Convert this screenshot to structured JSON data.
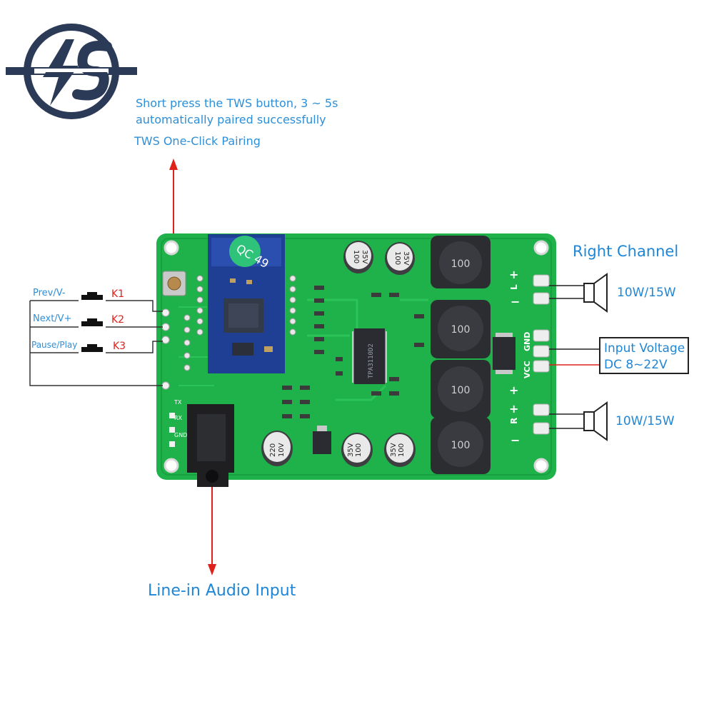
{
  "tws_note": {
    "line1": "Short press the TWS button, 3 ~ 5s",
    "line2": "automatically paired successfully",
    "line3": "TWS One-Click Pairing"
  },
  "buttons": [
    {
      "name": "Prev/V-",
      "key": "K1"
    },
    {
      "name": "Next/V+",
      "key": "K2"
    },
    {
      "name": "Pause/Play",
      "key": "K3"
    }
  ],
  "right_channel": "Right Channel",
  "speaker_power": [
    "10W/15W",
    "10W/15W"
  ],
  "input_voltage": {
    "line1": "Input Voltage",
    "line2": "DC 8~22V"
  },
  "line_in": "Line-in Audio Input",
  "board": {
    "chip": "TPA3110D2",
    "caps_top": [
      {
        "value": "100",
        "volt": "35V"
      },
      {
        "value": "100",
        "volt": "35V"
      }
    ],
    "caps_bottom": [
      {
        "value": "100",
        "volt": "35V"
      },
      {
        "value": "100",
        "volt": "35V"
      }
    ],
    "cap_small": {
      "value": "220",
      "volt": "10V"
    },
    "inductors": [
      "100",
      "100",
      "100",
      "100"
    ],
    "pin_labels": [
      "GND",
      "VCC"
    ],
    "channel_marks": [
      "L",
      "R"
    ],
    "left_pins": [
      "TX",
      "RX",
      "GND"
    ]
  },
  "colors": {
    "accent": "#1f86d6",
    "red": "#e0201b",
    "pcb": "#1fb24a",
    "logo": "#2b3a57"
  }
}
